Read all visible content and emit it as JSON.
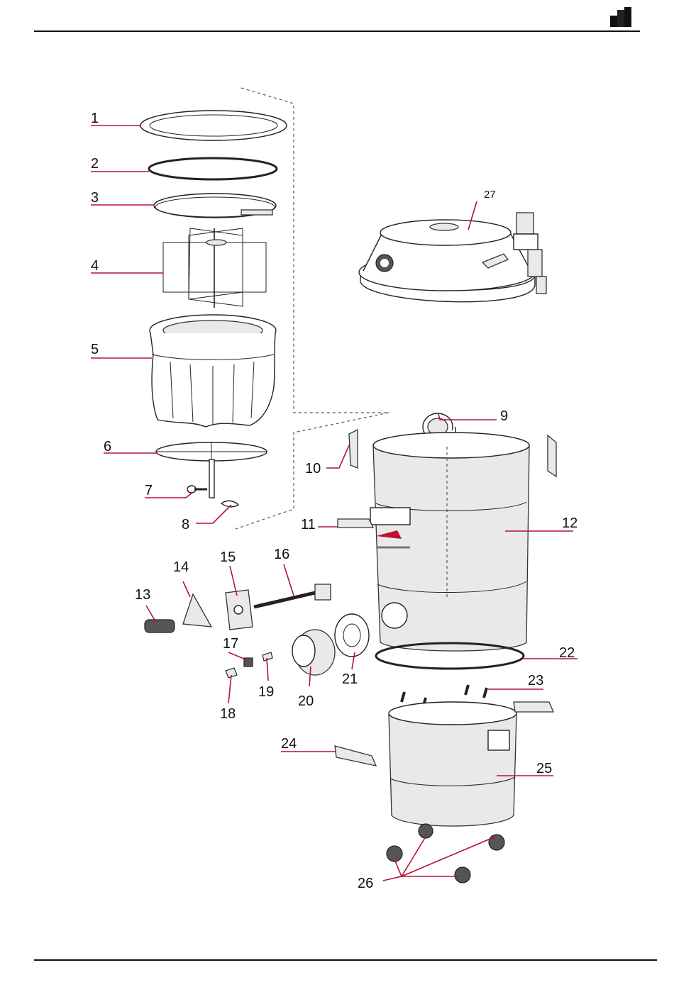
{
  "header": {
    "logo_icon": "book-stack-icon"
  },
  "labels": {
    "p1": "1",
    "p2": "2",
    "p3": "3",
    "p4": "4",
    "p5": "5",
    "p6": "6",
    "p7": "7",
    "p8": "8",
    "p9": "9",
    "p10": "10",
    "p11": "11",
    "p12": "12",
    "p13": "13",
    "p14": "14",
    "p15": "15",
    "p16": "16",
    "p17": "17",
    "p18": "18",
    "p19": "19",
    "p20": "20",
    "p21": "21",
    "p22": "22",
    "p23": "23",
    "p24": "24",
    "p25": "25",
    "p26": "26",
    "p27": "27"
  },
  "colors": {
    "leader": "#b5123a",
    "rule": "#111111"
  }
}
